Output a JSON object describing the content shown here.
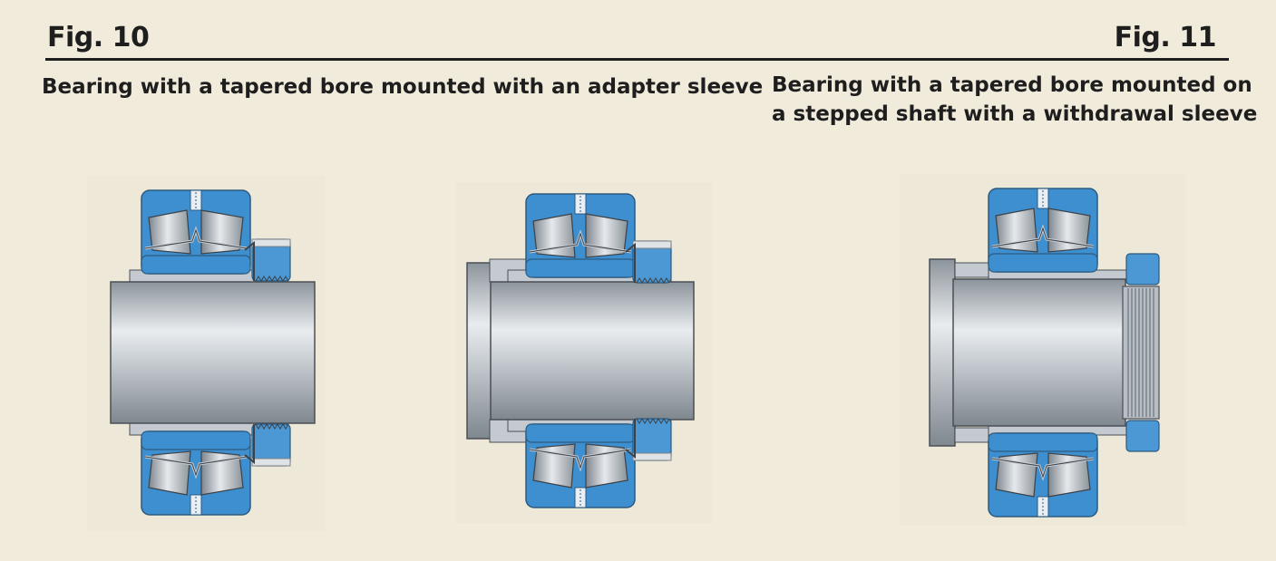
{
  "figures": [
    {
      "label": "Fig. 10",
      "caption": "Bearing with a tapered bore mounted with an adapter sleeve"
    },
    {
      "label": "Fig. 11",
      "caption": "Bearing with a tapered bore mounted on a stepped shaft with a withdrawal sleeve"
    }
  ],
  "colors": {
    "background": "#f1ebdb",
    "bearing_blue": "#3d8fd0",
    "bearing_blue_light": "#6fb2e3",
    "sleeve_gray": "#bfc6cc",
    "shaft_gray": "#b5bcc3",
    "outline": "#4a4f55"
  }
}
